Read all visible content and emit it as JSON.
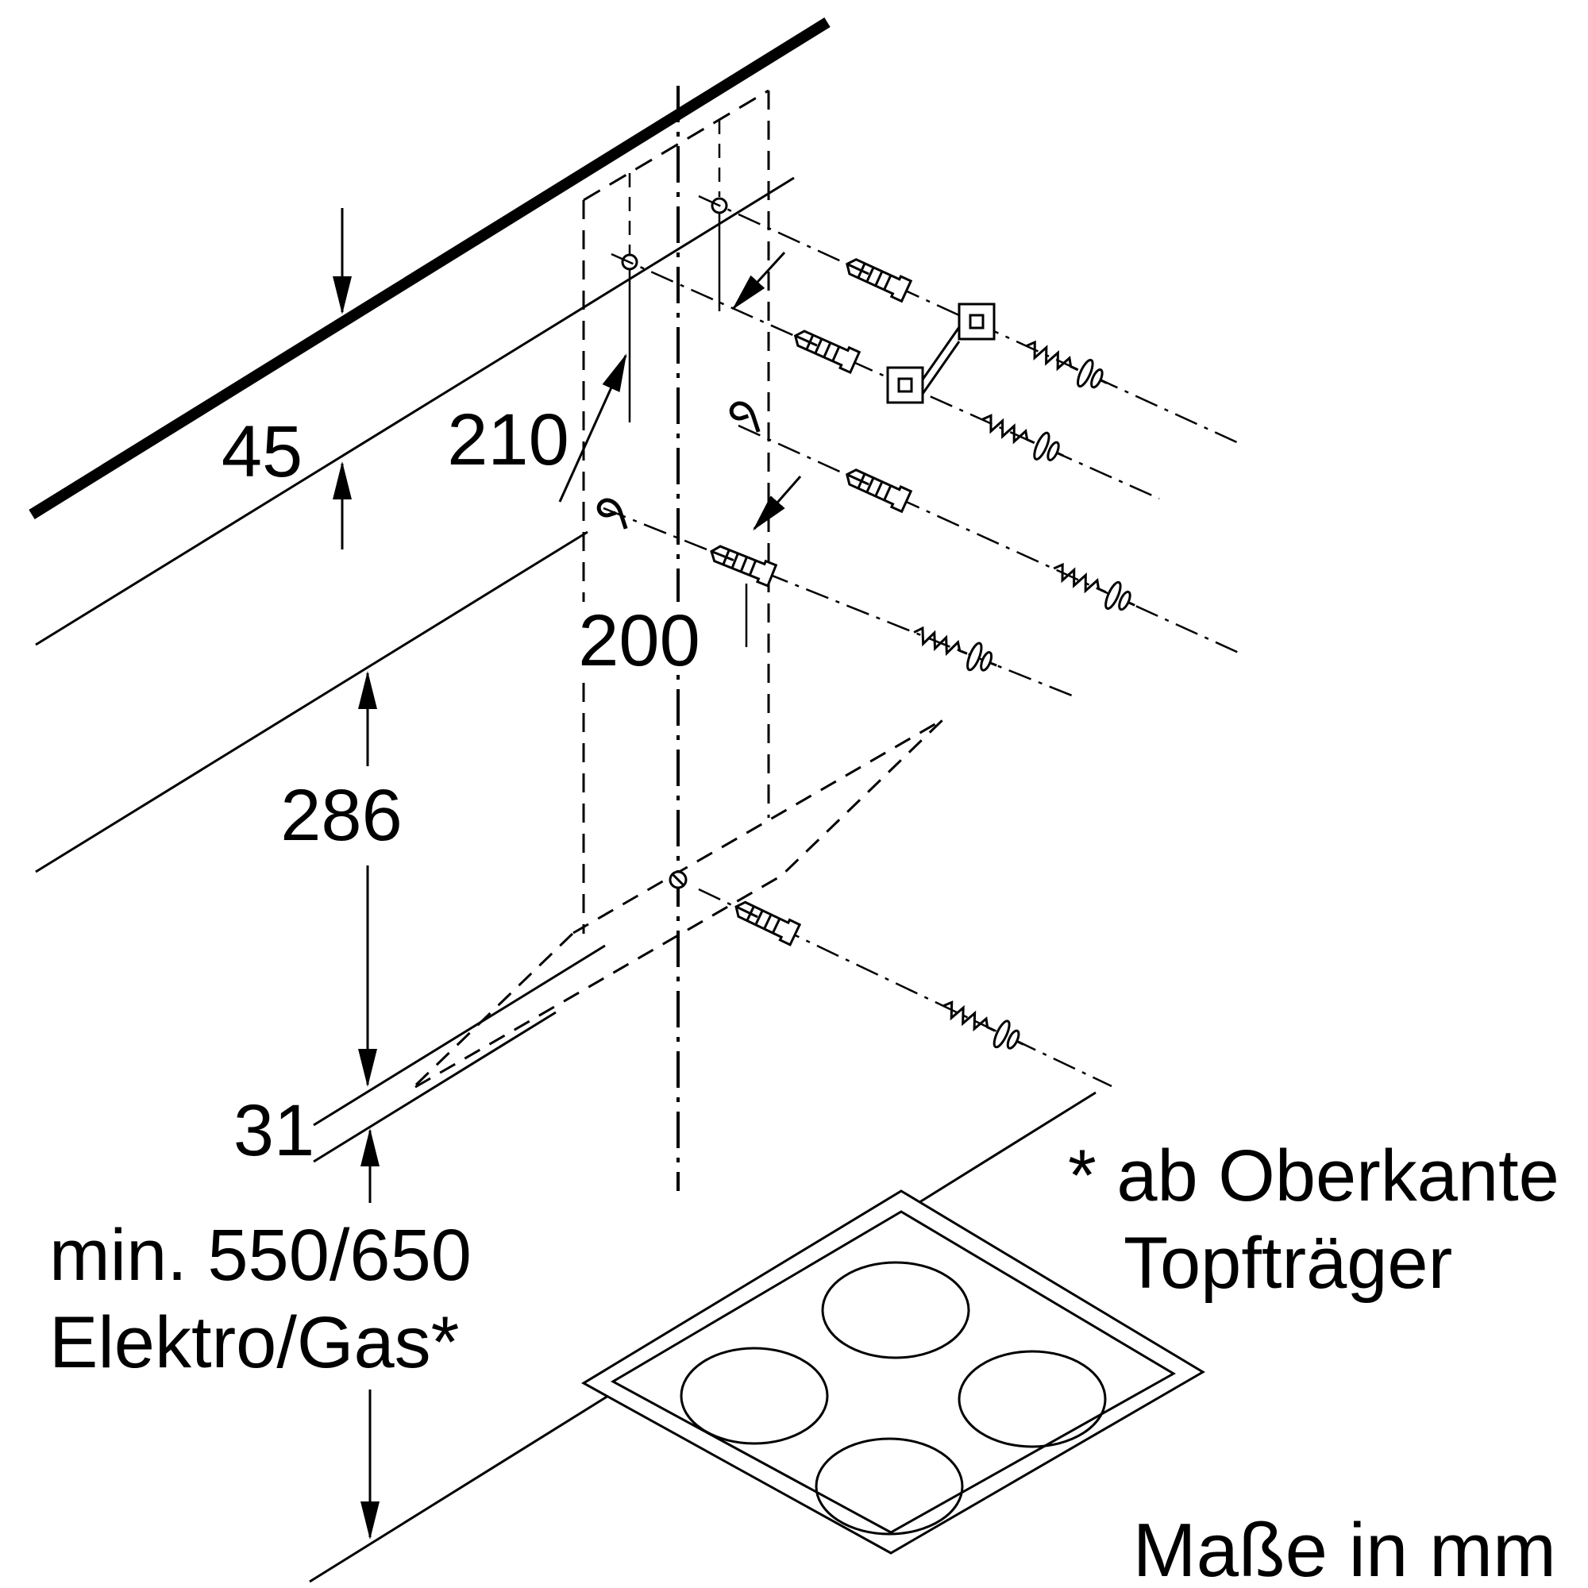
{
  "diagram": {
    "dimensions": {
      "ceiling_gap": "45",
      "top_offset": "210",
      "hook_spacing": "200",
      "plate_height": "286",
      "lip_gap": "31"
    },
    "min_clearance": {
      "line1": "min. 550/650",
      "line2": "Elektro/Gas*"
    },
    "footnote": {
      "line1": "* ab Oberkante",
      "line2": "Topfträger"
    },
    "units_caption": "Maße in mm",
    "colors": {
      "line": "#000000",
      "background": "#ffffff"
    }
  }
}
